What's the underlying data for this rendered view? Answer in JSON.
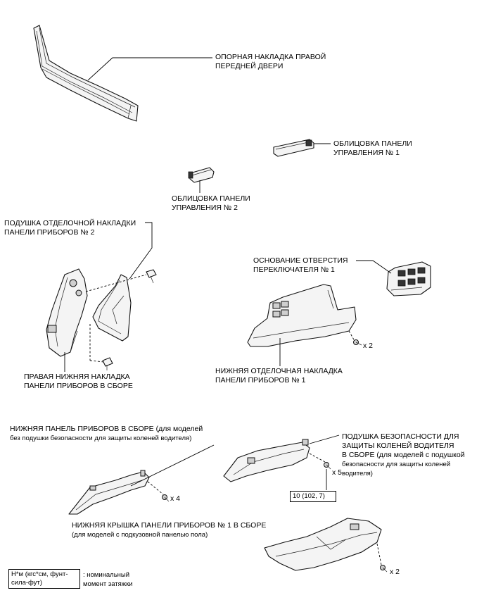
{
  "labels": {
    "door_scuff": [
      "ОПОРНАЯ НАКЛАДКА ПРАВОЙ",
      "ПЕРЕДНЕЙ ДВЕРИ"
    ],
    "panel_finish_1": [
      "ОБЛИЦОВКА ПАНЕЛИ",
      "УПРАВЛЕНИЯ № 1"
    ],
    "panel_finish_2": [
      "ОБЛИЦОВКА ПАНЕЛИ",
      "УПРАВЛЕНИЯ № 2"
    ],
    "cushion_2": [
      "ПОДУШКА ОТДЕЛОЧНОЙ НАКЛАДКИ",
      "ПАНЕЛИ ПРИБОРОВ № 2"
    ],
    "switch_hole_base": [
      "ОСНОВАНИЕ ОТВЕРСТИЯ",
      "ПЕРЕКЛЮЧАТЕЛЯ № 1"
    ],
    "right_lower_trim": [
      "ПРАВАЯ НИЖНЯЯ НАКЛАДКА",
      "ПАНЕЛИ ПРИБОРОВ В СБОРЕ"
    ],
    "lower_finish_1": [
      "НИЖНЯЯ ОТДЕЛОЧНАЯ НАКЛАДКА",
      "ПАНЕЛИ ПРИБОРОВ № 1"
    ],
    "lower_panel_assy": [
      "НИЖНЯЯ ПАНЕЛЬ ПРИБОРОВ В СБОРЕ (для моделей",
      "без подушки безопасности для защиты коленей водителя)"
    ],
    "knee_airbag": [
      "ПОДУШКА БЕЗОПАСНОСТИ ДЛЯ",
      "ЗАЩИТЫ КОЛЕНЕЙ ВОДИТЕЛЯ",
      "В СБОРЕ (для моделей с подушкой",
      "безопасности для защиты коленей",
      "водителя)"
    ],
    "lower_cover_1": [
      "НИЖНЯЯ КРЫШКА ПАНЕЛИ ПРИБОРОВ № 1 В СБОРЕ",
      "(для моделей с подкузовной панелью пола)"
    ]
  },
  "quantities": {
    "q_finish_screw": "x 2",
    "q_airbag_bolt": "x 5",
    "q_panel_screw": "x 4",
    "q_cover_screw": "x 2"
  },
  "torque": "10 (102, 7)",
  "legend": {
    "unit": [
      "Н*м (кгс*см, фунт-",
      "сила-фут)"
    ],
    "description": [
      ": номинальный",
      "момент затяжки"
    ]
  }
}
